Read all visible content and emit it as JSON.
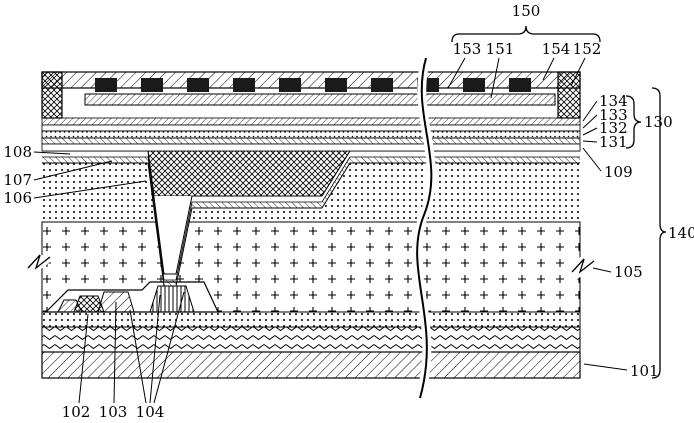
{
  "figure": {
    "kind": "patent-cross-section-drawing",
    "colors": {
      "line": "#000000",
      "background": "#ffffff",
      "fill_dark": "#1a1a1a"
    },
    "labels": {
      "l150": "150",
      "l153": "153",
      "l151": "151",
      "l154": "154",
      "l152": "152",
      "l134": "134",
      "l133": "133",
      "l132": "132",
      "l131": "131",
      "l130": "130",
      "l109": "109",
      "l140": "140",
      "l108": "108",
      "l107": "107",
      "l106": "106",
      "l105": "105",
      "l101": "101",
      "l102": "102",
      "l103": "103",
      "l104": "104"
    }
  }
}
